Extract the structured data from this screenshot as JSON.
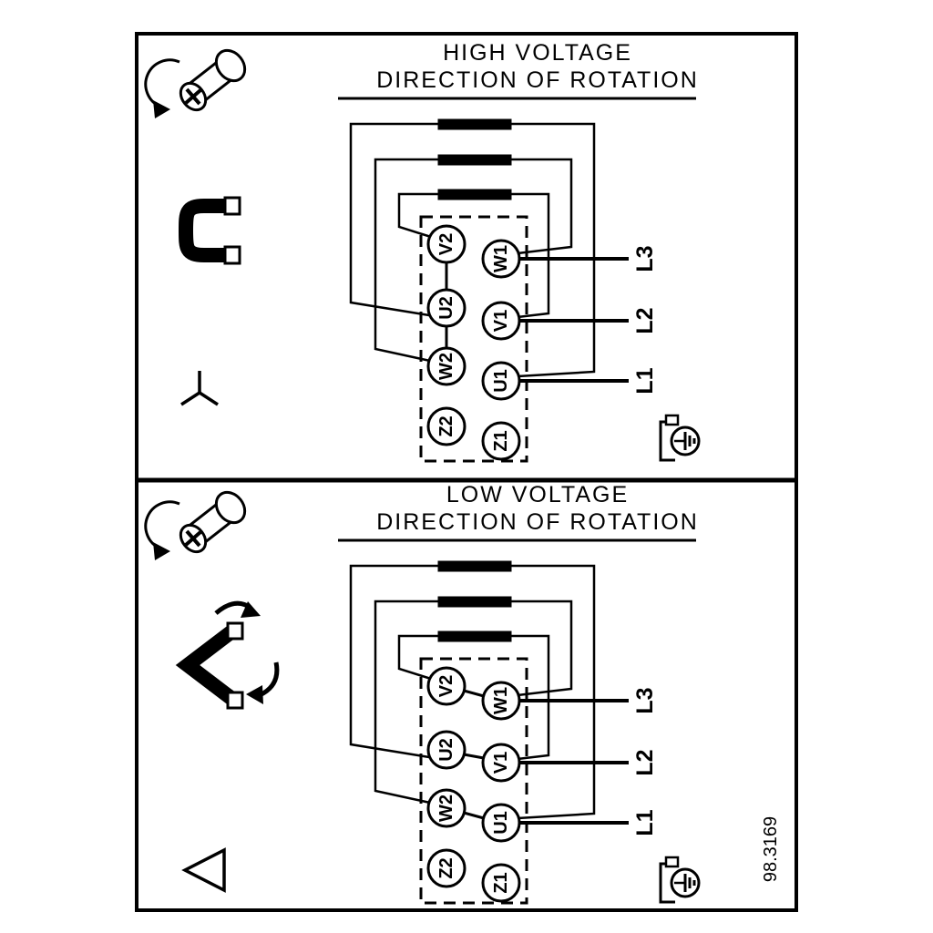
{
  "drawing": {
    "number": "98.3169"
  },
  "colors": {
    "line": "#000000",
    "background": "#ffffff"
  },
  "panels": {
    "high": {
      "title": "HIGH VOLTAGE",
      "subtitle": "DIRECTION OF ROTATION",
      "connection_symbol": "star",
      "terminals": {
        "left": [
          "V2",
          "U2",
          "W2",
          "Z2"
        ],
        "right": [
          "W1",
          "V1",
          "U1",
          "Z1"
        ]
      },
      "supply_lines": [
        "L3",
        "L2",
        "L1"
      ]
    },
    "low": {
      "title": "LOW VOLTAGE",
      "subtitle": "DIRECTION OF ROTATION",
      "connection_symbol": "delta",
      "terminals": {
        "left": [
          "V2",
          "U2",
          "W2",
          "Z2"
        ],
        "right": [
          "W1",
          "V1",
          "U1",
          "Z1"
        ]
      },
      "supply_lines": [
        "L3",
        "L2",
        "L1"
      ]
    }
  },
  "icons": {
    "screw": "rotation-screw-icon",
    "jumper_straight": "terminal-link-icon",
    "jumper_delta": "terminal-link-move-icon",
    "star": "star-connection-icon",
    "delta": "delta-connection-icon",
    "earth": "earth-ground-icon"
  }
}
